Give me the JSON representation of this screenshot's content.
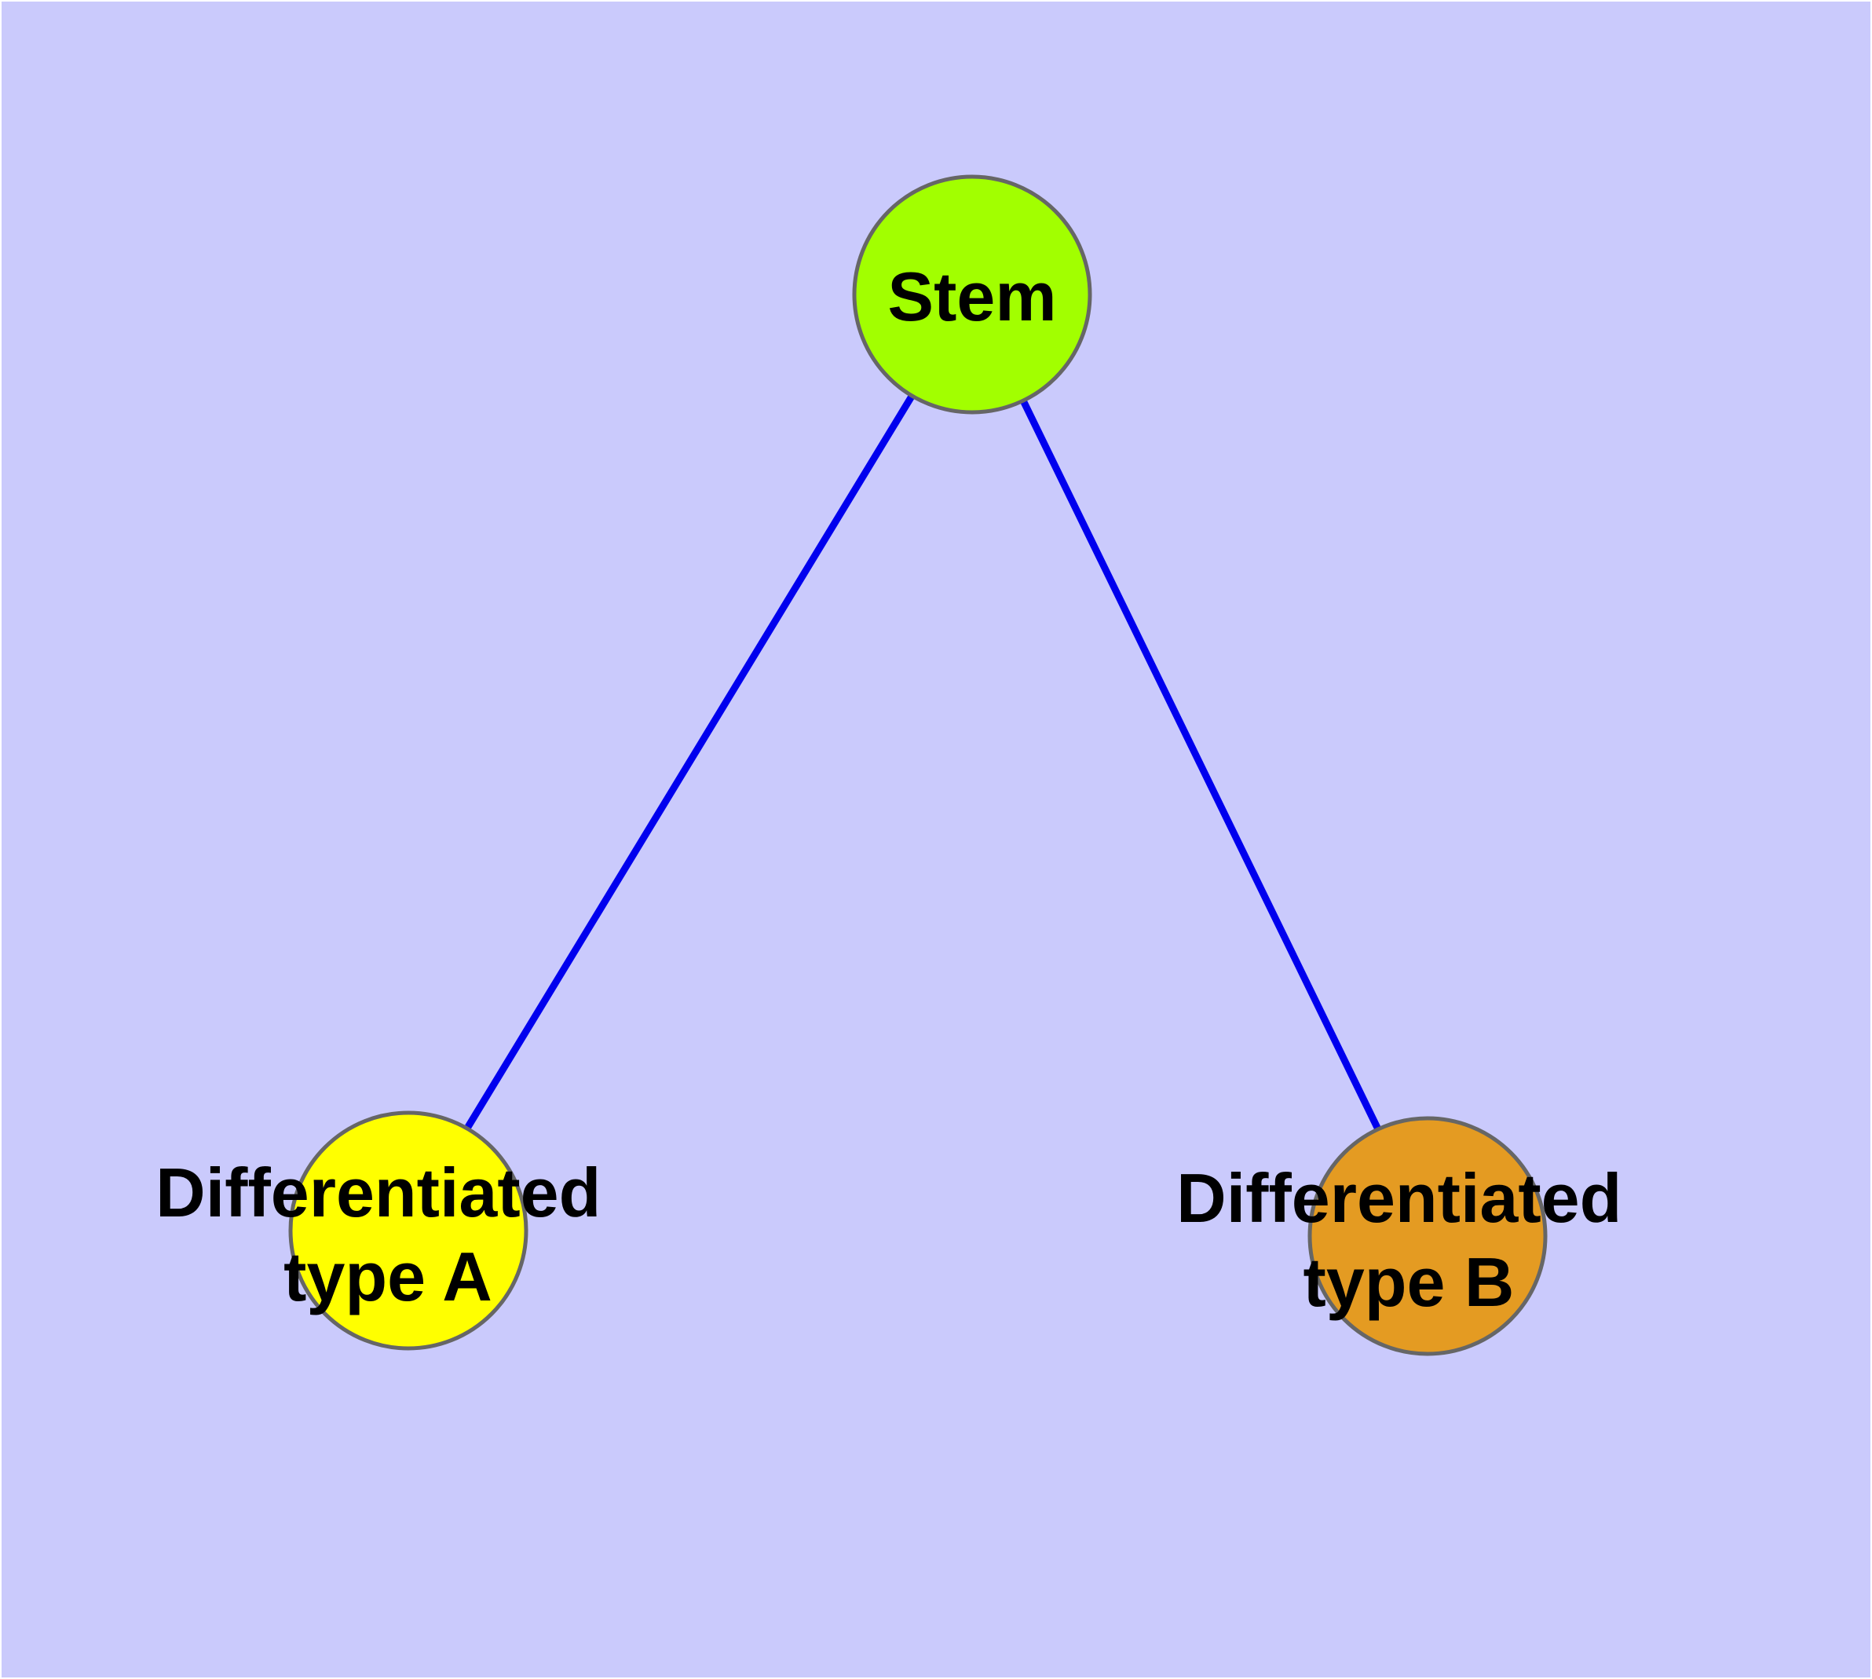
{
  "diagram": {
    "background_color": "#cacafc",
    "edge_color": "#0000ee",
    "node_stroke_color": "#666666",
    "nodes": [
      {
        "id": "stem",
        "lines": [
          "Stem"
        ],
        "fill": "#a2ff00"
      },
      {
        "id": "type-a",
        "lines": [
          "Differentiated",
          "type A"
        ],
        "fill": "#ffff00"
      },
      {
        "id": "type-b",
        "lines": [
          "Differentiated",
          "type B"
        ],
        "fill": "#e49b22"
      }
    ],
    "edges": [
      {
        "from": "stem",
        "to": "type-a"
      },
      {
        "from": "stem",
        "to": "type-b"
      }
    ]
  }
}
